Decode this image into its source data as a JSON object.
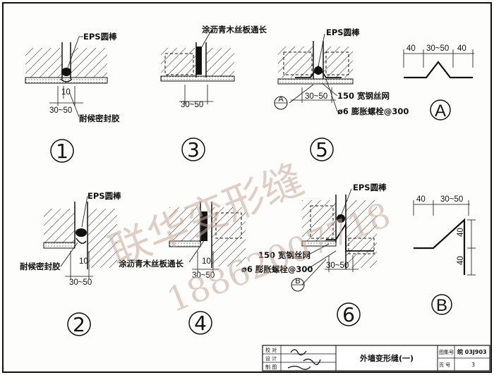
{
  "labels": {
    "eps_rod": "EPS圆棒",
    "sealant": "耐候密封胶",
    "asphalt_board": "涂沥青木丝板通长",
    "mesh": "150 宽钢丝网",
    "bolt": "ø6 膨胀螺栓@300",
    "dim_10": "10",
    "dim_30_50": "30~50",
    "dim_40": "40"
  },
  "details": {
    "d1": "1",
    "d2": "2",
    "d3": "3",
    "d4": "4",
    "d5": "5",
    "d6": "6",
    "dA": "A",
    "dB": "B"
  },
  "title_block": {
    "check": "校 对",
    "design": "设 计",
    "draw": "制 图",
    "title": "外墙变形缝(一)",
    "atlas_label": "图集号",
    "atlas_no": "皖 03J903",
    "page_label": "页 号",
    "page_no": "3"
  },
  "watermark": {
    "line1": "联华变形缝",
    "line2": "18862007718"
  }
}
